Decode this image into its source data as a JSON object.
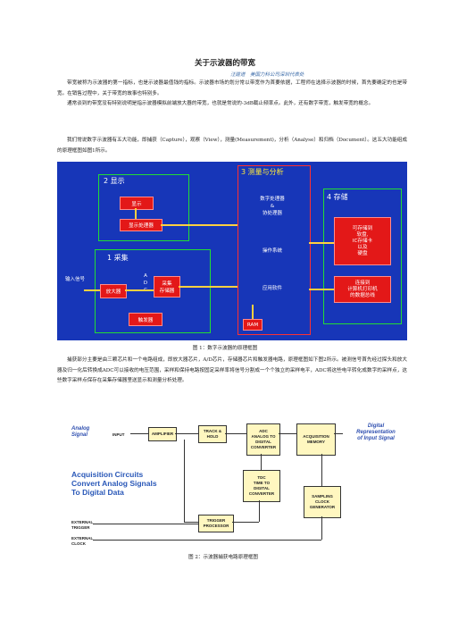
{
  "doc": {
    "title": "关于示波器的带宽",
    "author": "汪建道　美国力科公司深圳代表处",
    "p1": "带宽被称为示波器的第一指标，也是示波器最值钱的指标。示波器市场的划分常以带宽作为首要依据，工程师在选择示波器的时候，首先要确定的也是带宽。在销售过程中，关于带宽的故事也特别多。",
    "p2": "通常谈到的带宽没有特别说明是指示波器模拟前端放大器的带宽，也就是常说的-3dB截止频率点。此外，还有数字带宽，触发带宽的概念。",
    "p3": "我们常说数字示波器有五大功能，即捕获（Capture），观察（View），测量(Measurement)，分析（Analyse）和归档（Document）。这五大功能组成的原理框图如图1所示。",
    "caption1": "图 1：数字示波器的原理框图",
    "p4": "捕获部分主要是由三颗芯片和一个电路组成，即放大器芯片，A/D芯片，存储器芯片和触发器电路，原理框图如下图2所示。被测信号首先经过探头和放大器及归一化后转换成ADC可以接收的电压范围，采样和保持电路按固定采样率将信号分割成一个个独立的采样电平，ADC将这些电平转化成数字的采样点，这些数字采样点保存在采集存储器里送显示和测量分析处理。",
    "caption2": "图 2：示波器捕获电路原理框图"
  },
  "fig1": {
    "section_display": "2 显示",
    "section_acquire": "1 采集",
    "section_measure": "3 测量与分析",
    "section_store": "4 存储",
    "display": "显示",
    "display_processor": "显示处理器",
    "input_signal": "输入信号",
    "amplifier": "放大器",
    "adc": "A\nD\nC",
    "acq_memory": "采集\n存储器",
    "trigger": "触发器",
    "dsp": "数字处理器\n&\n协处理器",
    "os": "操作系统",
    "app": "应用软件",
    "ram": "RAM",
    "storage": "可存储到\n软盘,\nIC存储卡\n以及\n硬盘",
    "connect": "连接到\n计算机打印机\n的数据总线"
  },
  "fig2": {
    "analog_signal": "Analog\nSignal",
    "input": "INPUT",
    "amplifier": "AMPLIFIER",
    "track_hold": "TRACK &\nHOLD",
    "adc": "ADC\nANALOG TO\nDIGITAL\nCONVERTER",
    "acq_memory": "ACQUISITION\nMEMORY",
    "digital_rep": "Digital\nRepresentation\nof Input Signal",
    "headline": "Acquisition Circuits\nConvert Analog Signals\nTo Digital Data",
    "tdc": "TDC\nTIME TO\nDIGITAL\nCONVERTER",
    "sampling": "SAMPLING\nCLOCK\nGENERATOR",
    "trigger_proc": "TRIGGER\nPROCESSOR",
    "ext_trigger": "EXTERNAL\nTRIGGER",
    "ext_clock": "EXTERNAL\nCLOCK"
  }
}
